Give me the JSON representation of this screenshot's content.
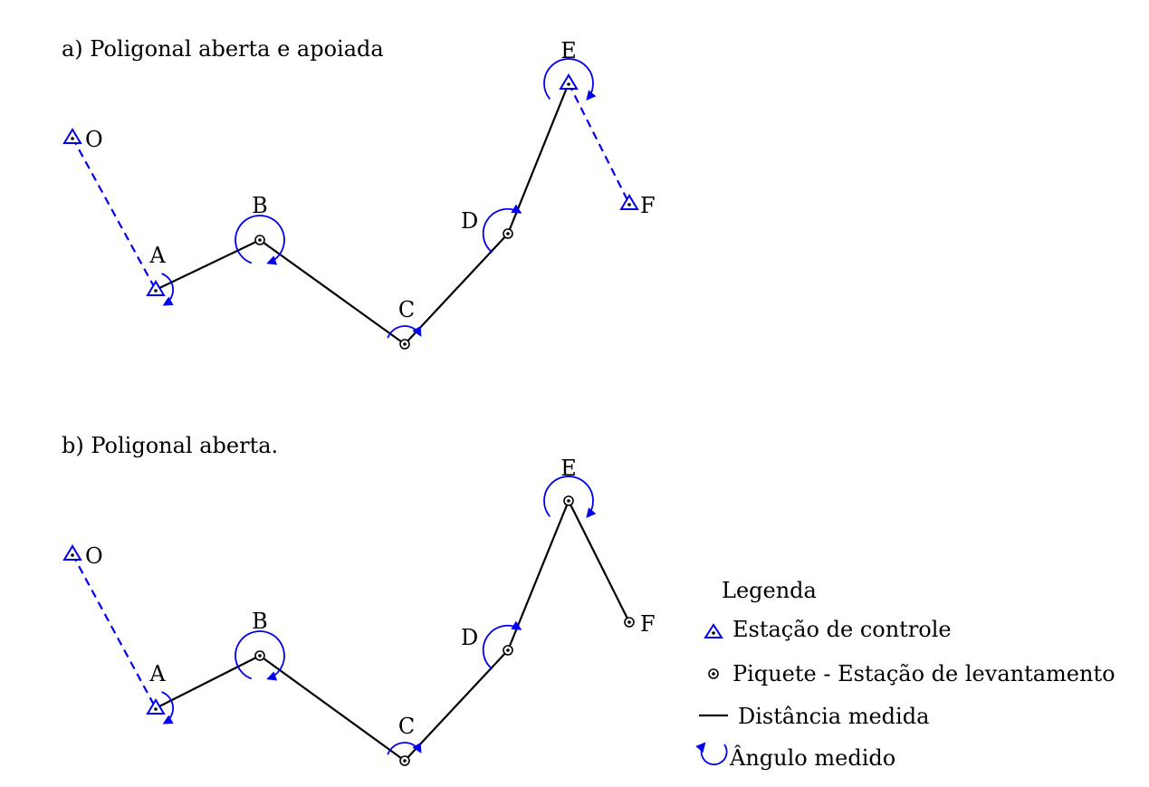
{
  "colors": {
    "control_station": "#0000ee",
    "measured_line": "#000000",
    "angle_arc": "#0000ee"
  },
  "panel_a": {
    "title": "a) Poligonal aberta e apoiada",
    "stations": [
      {
        "label": "O",
        "kind": "control"
      },
      {
        "label": "A",
        "kind": "control"
      },
      {
        "label": "B",
        "kind": "stake"
      },
      {
        "label": "C",
        "kind": "stake"
      },
      {
        "label": "D",
        "kind": "stake"
      },
      {
        "label": "E",
        "kind": "control"
      },
      {
        "label": "F",
        "kind": "control"
      }
    ],
    "reference_segments": [
      [
        "O",
        "A"
      ],
      [
        "E",
        "F"
      ]
    ],
    "measured_segments": [
      [
        "A",
        "B"
      ],
      [
        "B",
        "C"
      ],
      [
        "C",
        "D"
      ],
      [
        "D",
        "E"
      ]
    ],
    "measured_angles": [
      "A",
      "B",
      "C",
      "D",
      "E"
    ]
  },
  "panel_b": {
    "title": "b) Poligonal aberta.",
    "stations": [
      {
        "label": "O",
        "kind": "control"
      },
      {
        "label": "A",
        "kind": "control"
      },
      {
        "label": "B",
        "kind": "stake"
      },
      {
        "label": "C",
        "kind": "stake"
      },
      {
        "label": "D",
        "kind": "stake"
      },
      {
        "label": "E",
        "kind": "stake"
      },
      {
        "label": "F",
        "kind": "stake"
      }
    ],
    "reference_segments": [
      [
        "O",
        "A"
      ]
    ],
    "measured_segments": [
      [
        "A",
        "B"
      ],
      [
        "B",
        "C"
      ],
      [
        "C",
        "D"
      ],
      [
        "D",
        "E"
      ],
      [
        "E",
        "F"
      ]
    ],
    "measured_angles": [
      "A",
      "B",
      "C",
      "D",
      "E"
    ]
  },
  "legend": {
    "title": "Legenda",
    "items": [
      {
        "icon": "triangle-icon",
        "text": "Estação de controle"
      },
      {
        "icon": "stake-dot-icon",
        "text": "Piquete - Estação de levantamento"
      },
      {
        "icon": "line-icon",
        "text": "Distância medida"
      },
      {
        "icon": "angle-arc-icon",
        "text": "Ângulo medido"
      }
    ]
  }
}
